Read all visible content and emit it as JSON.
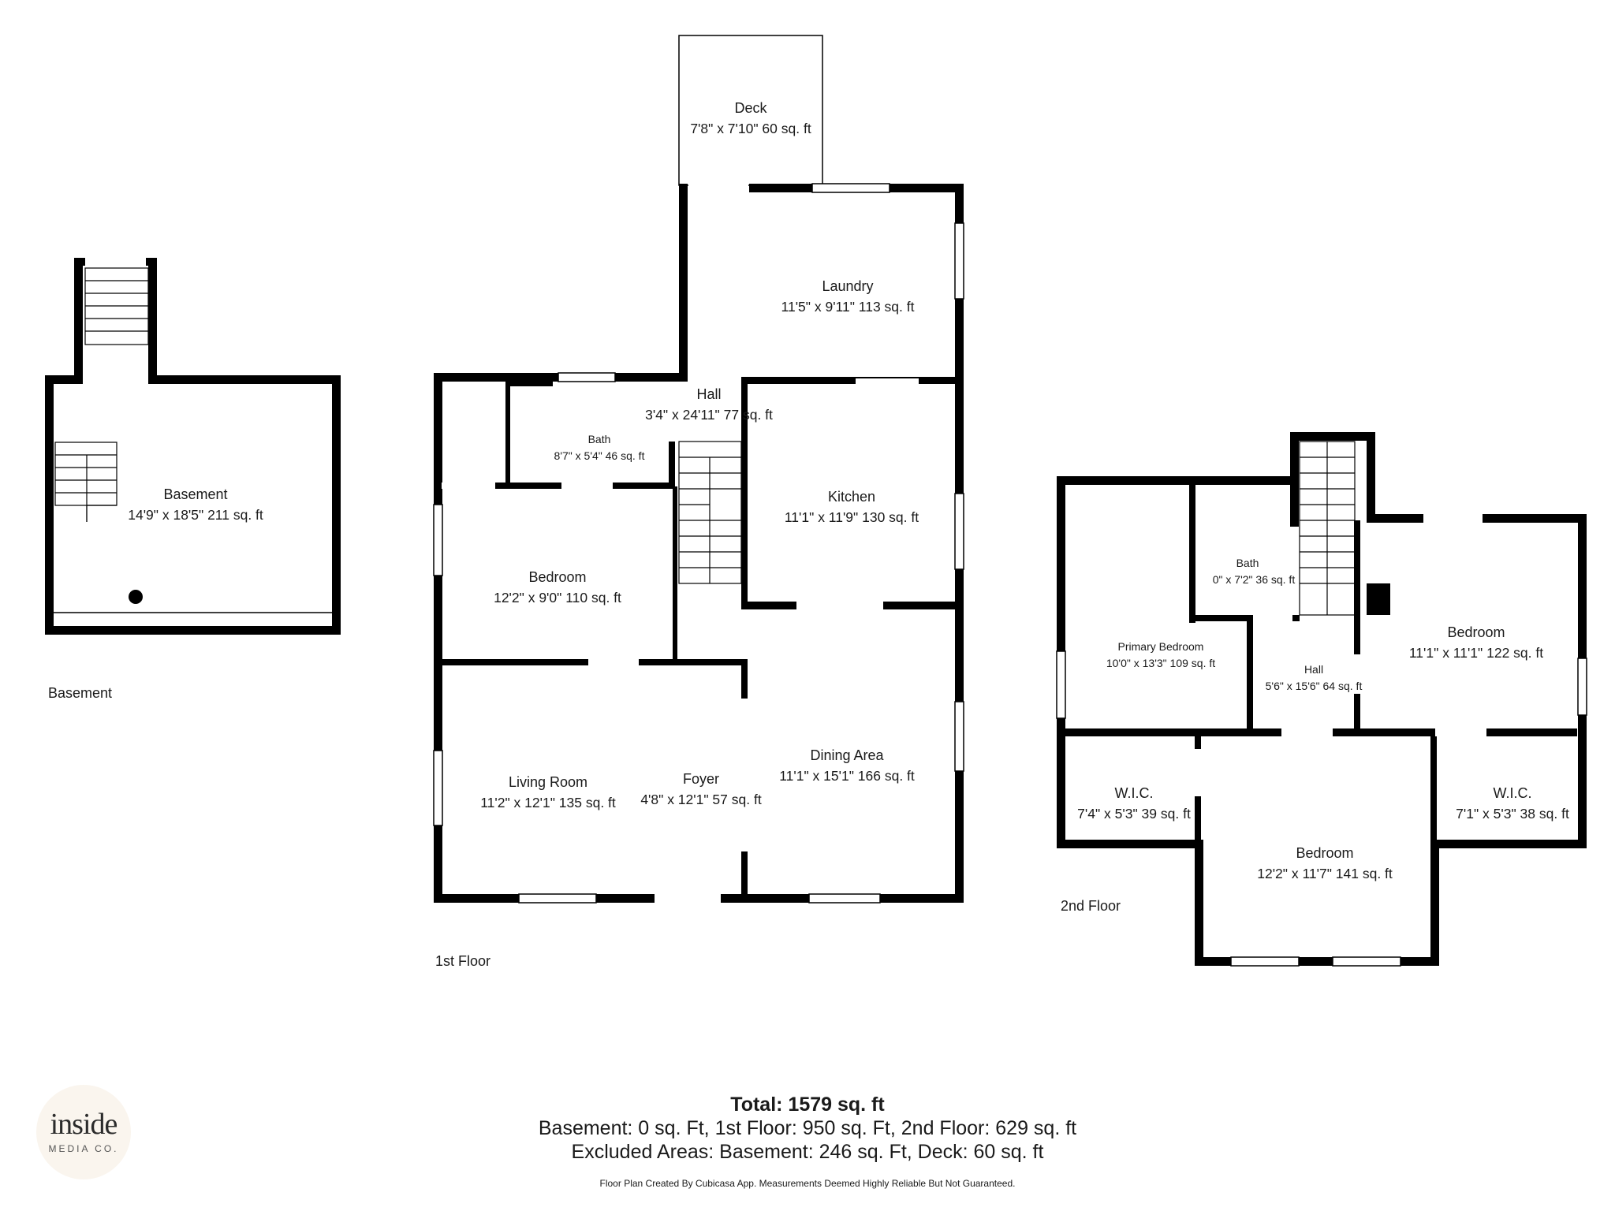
{
  "basement": {
    "floor_label": "Basement",
    "rooms": [
      {
        "name": "Basement",
        "dims": "14'9\" x 18'5\" 211 sq. ft"
      }
    ]
  },
  "first_floor": {
    "floor_label": "1st Floor",
    "rooms": [
      {
        "name": "Deck",
        "dims": "7'8\" x 7'10\" 60 sq. ft"
      },
      {
        "name": "Laundry",
        "dims": "11'5\" x 9'11\" 113 sq. ft"
      },
      {
        "name": "Hall",
        "dims": "3'4\" x 24'11\" 77 sq. ft"
      },
      {
        "name": "Bath",
        "dims": "8'7\" x 5'4\" 46 sq. ft"
      },
      {
        "name": "Kitchen",
        "dims": "11'1\" x 11'9\" 130 sq. ft"
      },
      {
        "name": "Bedroom",
        "dims": "12'2\" x 9'0\" 110 sq. ft"
      },
      {
        "name": "Living Room",
        "dims": "11'2\" x 12'1\" 135 sq. ft"
      },
      {
        "name": "Foyer",
        "dims": "4'8\" x 12'1\" 57 sq. ft"
      },
      {
        "name": "Dining Area",
        "dims": "11'1\" x 15'1\" 166 sq. ft"
      }
    ]
  },
  "second_floor": {
    "floor_label": "2nd Floor",
    "rooms": [
      {
        "name": "Primary Bedroom",
        "dims": "10'0\" x 13'3\" 109 sq. ft"
      },
      {
        "name": "Bath",
        "dims": "0\" x 7'2\" 36 sq. ft"
      },
      {
        "name": "Hall",
        "dims": "5'6\" x 15'6\" 64 sq. ft"
      },
      {
        "name": "Bedroom",
        "dims": "11'1\" x 11'1\" 122 sq. ft"
      },
      {
        "name": "W.I.C.",
        "dims": "7'4\" x 5'3\" 39 sq. ft"
      },
      {
        "name": "Bedroom",
        "dims": "12'2\" x 11'7\" 141 sq. ft"
      },
      {
        "name": "W.I.C.",
        "dims": "7'1\" x 5'3\" 38 sq. ft"
      }
    ]
  },
  "summary": {
    "total": "Total: 1579 sq. ft",
    "floors": "Basement: 0 sq. Ft, 1st Floor: 950 sq. Ft, 2nd Floor: 629 sq. ft",
    "excluded": "Excluded Areas: Basement: 246 sq. Ft, Deck: 60 sq. ft",
    "disclaimer": "Floor Plan Created By Cubicasa App. Measurements Deemed Highly Reliable But Not Guaranteed."
  },
  "logo": {
    "word": "inside",
    "sub": "MEDIA CO."
  }
}
